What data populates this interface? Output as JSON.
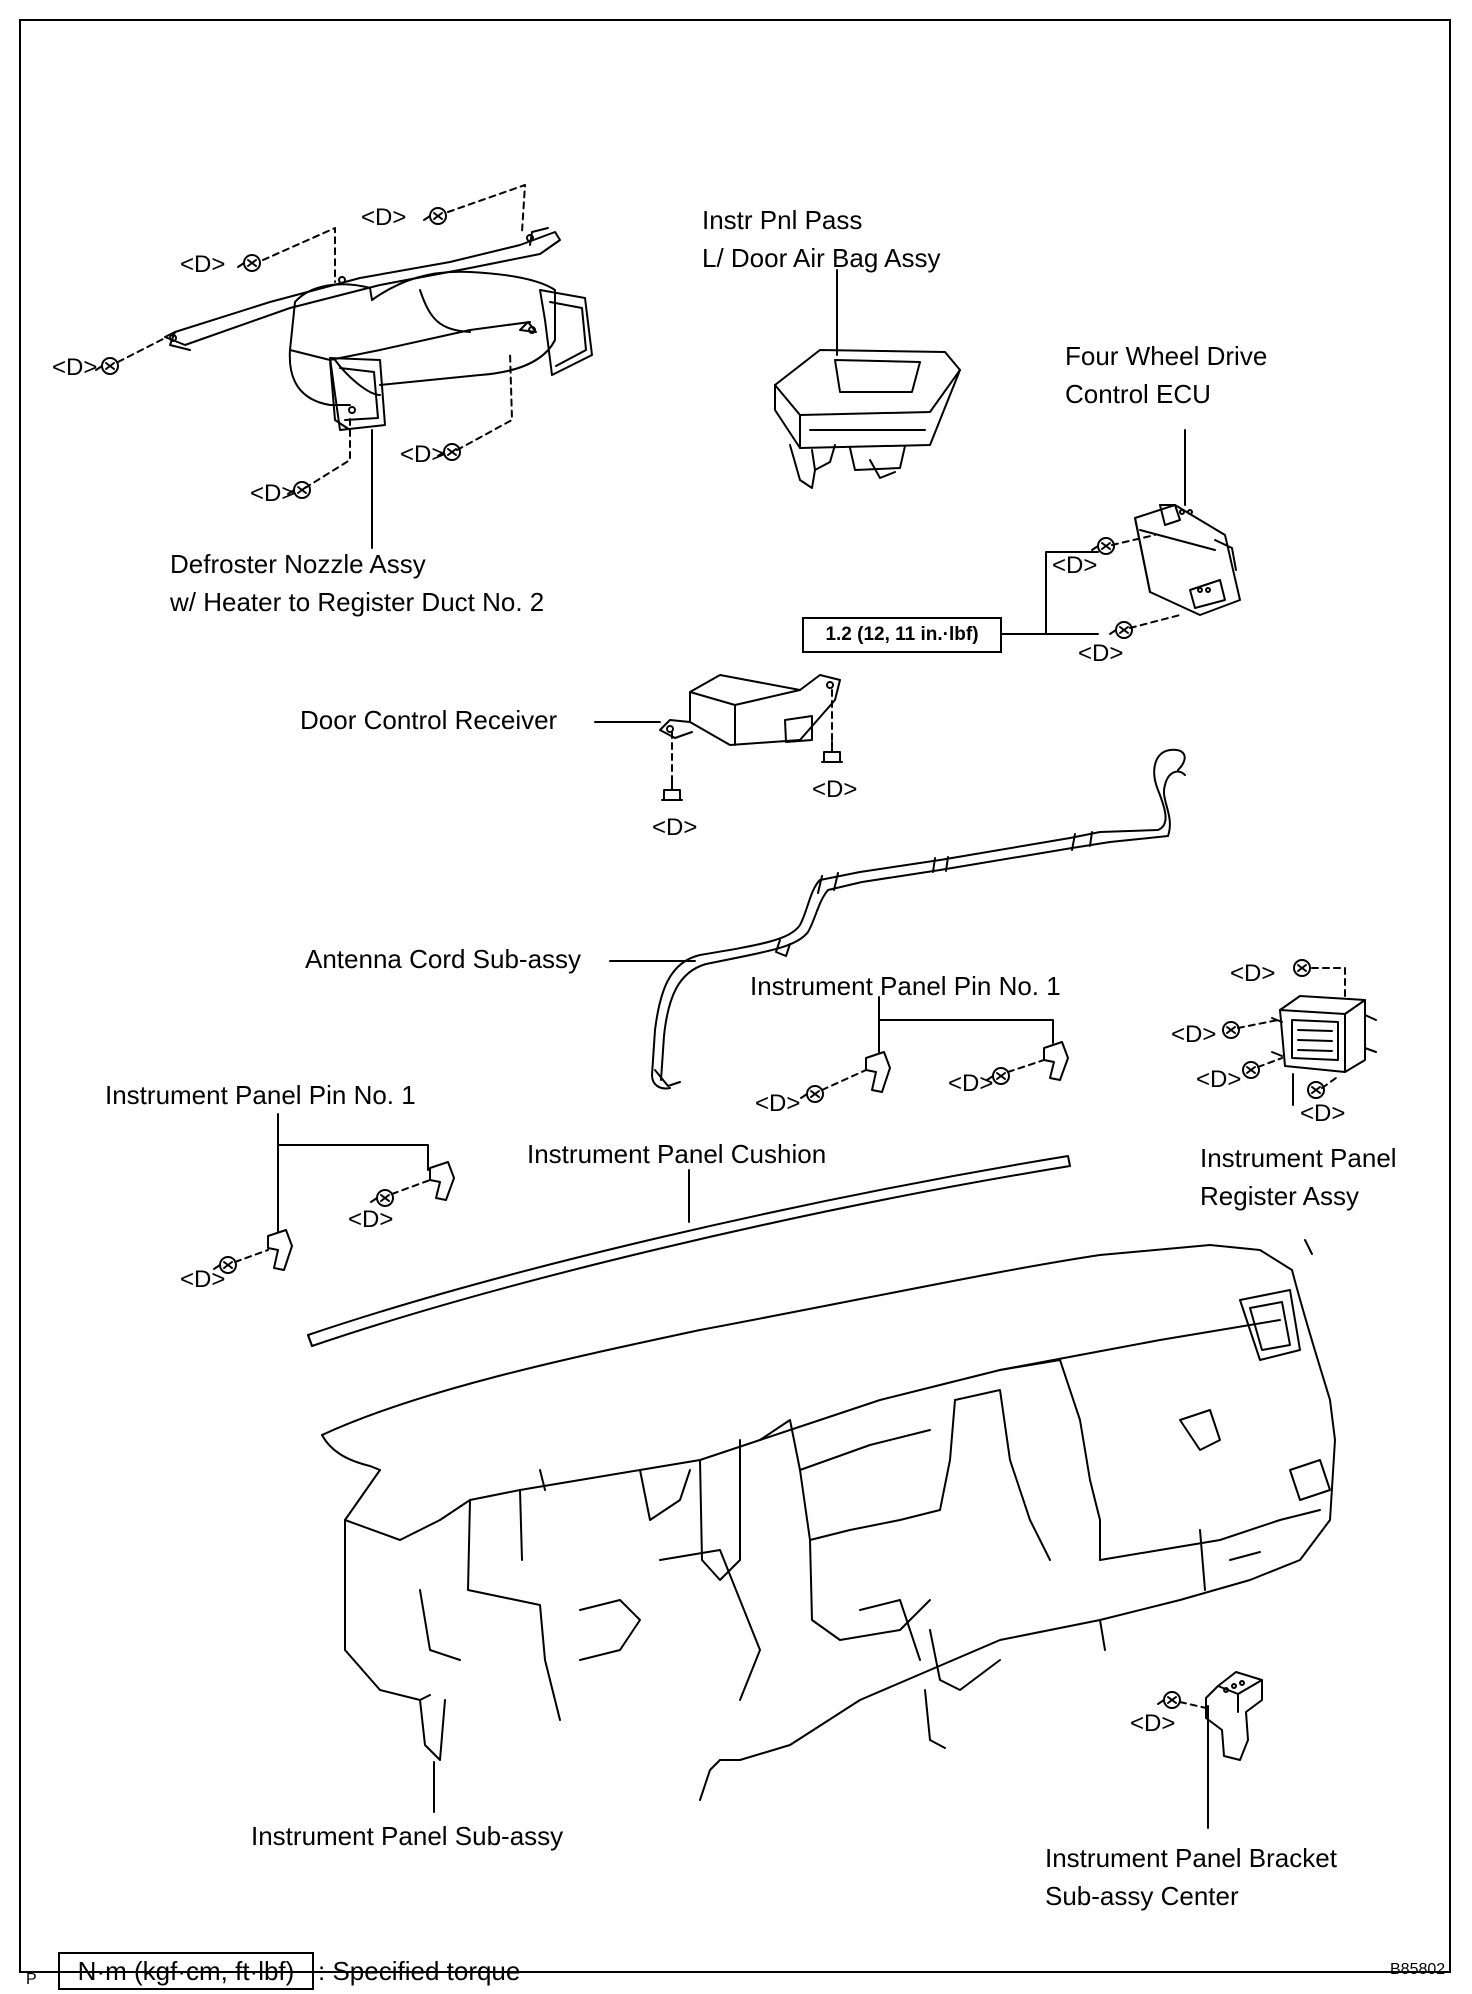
{
  "labels": {
    "instr_pnl_airbag_1": "Instr Pnl Pass",
    "instr_pnl_airbag_2": "L/ Door Air Bag Assy",
    "four_wd_ecu_1": "Four Wheel Drive",
    "four_wd_ecu_2": "Control ECU",
    "defroster_1": "Defroster Nozzle Assy",
    "defroster_2": "w/ Heater to Register Duct No. 2",
    "door_control_receiver": "Door Control Receiver",
    "antenna_cord": "Antenna Cord Sub-assy",
    "pin_no1_right": "Instrument Panel Pin No. 1",
    "pin_no1_left": "Instrument Panel Pin No. 1",
    "cushion": "Instrument Panel Cushion",
    "register_1": "Instrument Panel",
    "register_2": "Register Assy",
    "sub_assy": "Instrument Panel Sub-assy",
    "bracket_1": "Instrument Panel Bracket",
    "bracket_2": "Sub-assy Center"
  },
  "fastener_tag": "<D>",
  "torque_value": "1.2 (12, 11 in.·lbf)",
  "legend": {
    "unit_box": "N·m (kgf·cm, ft·lbf)",
    "text": ": Specified torque"
  },
  "corner_mark": "P",
  "figure_id": "B85802"
}
